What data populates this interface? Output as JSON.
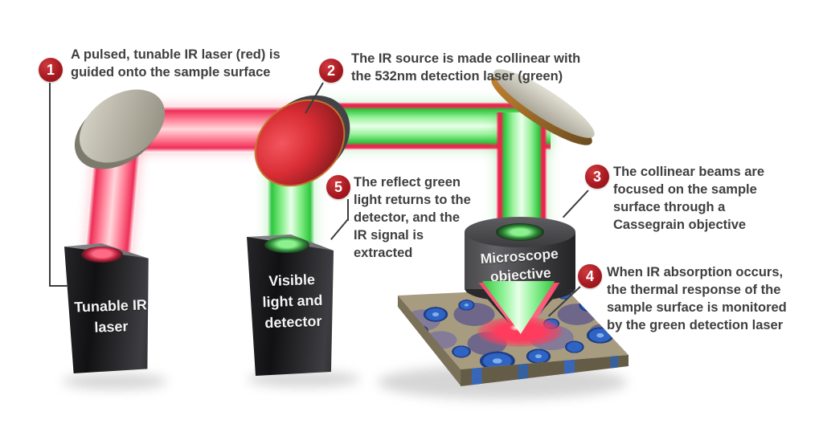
{
  "diagram": {
    "title_hint": "O-PTIR optical path schematic",
    "steps": [
      {
        "number": "1",
        "text": "A pulsed, tunable IR laser (red) is guided onto the sample surface"
      },
      {
        "number": "2",
        "text": "The IR source is made collinear with the 532nm detection laser (green)"
      },
      {
        "number": "3",
        "text": "The collinear beams are focused on the sample surface through a Cassegrain objective"
      },
      {
        "number": "4",
        "text": "When IR absorption occurs, the thermal response of the sample surface is monitored by the green detection laser"
      },
      {
        "number": "5",
        "text": "The reflect green light returns to the detector, and the IR signal is extracted"
      }
    ],
    "labels": {
      "ir_laser_box": "Tunable IR laser",
      "detector_box": "Visible light and detector",
      "objective": "Microscope objective"
    },
    "colors": {
      "ir_beam": "#ef2f58",
      "detection_beam": "#2ec73e",
      "step_badge": "#a81a20",
      "annotation_text": "#3f3f3f"
    }
  }
}
